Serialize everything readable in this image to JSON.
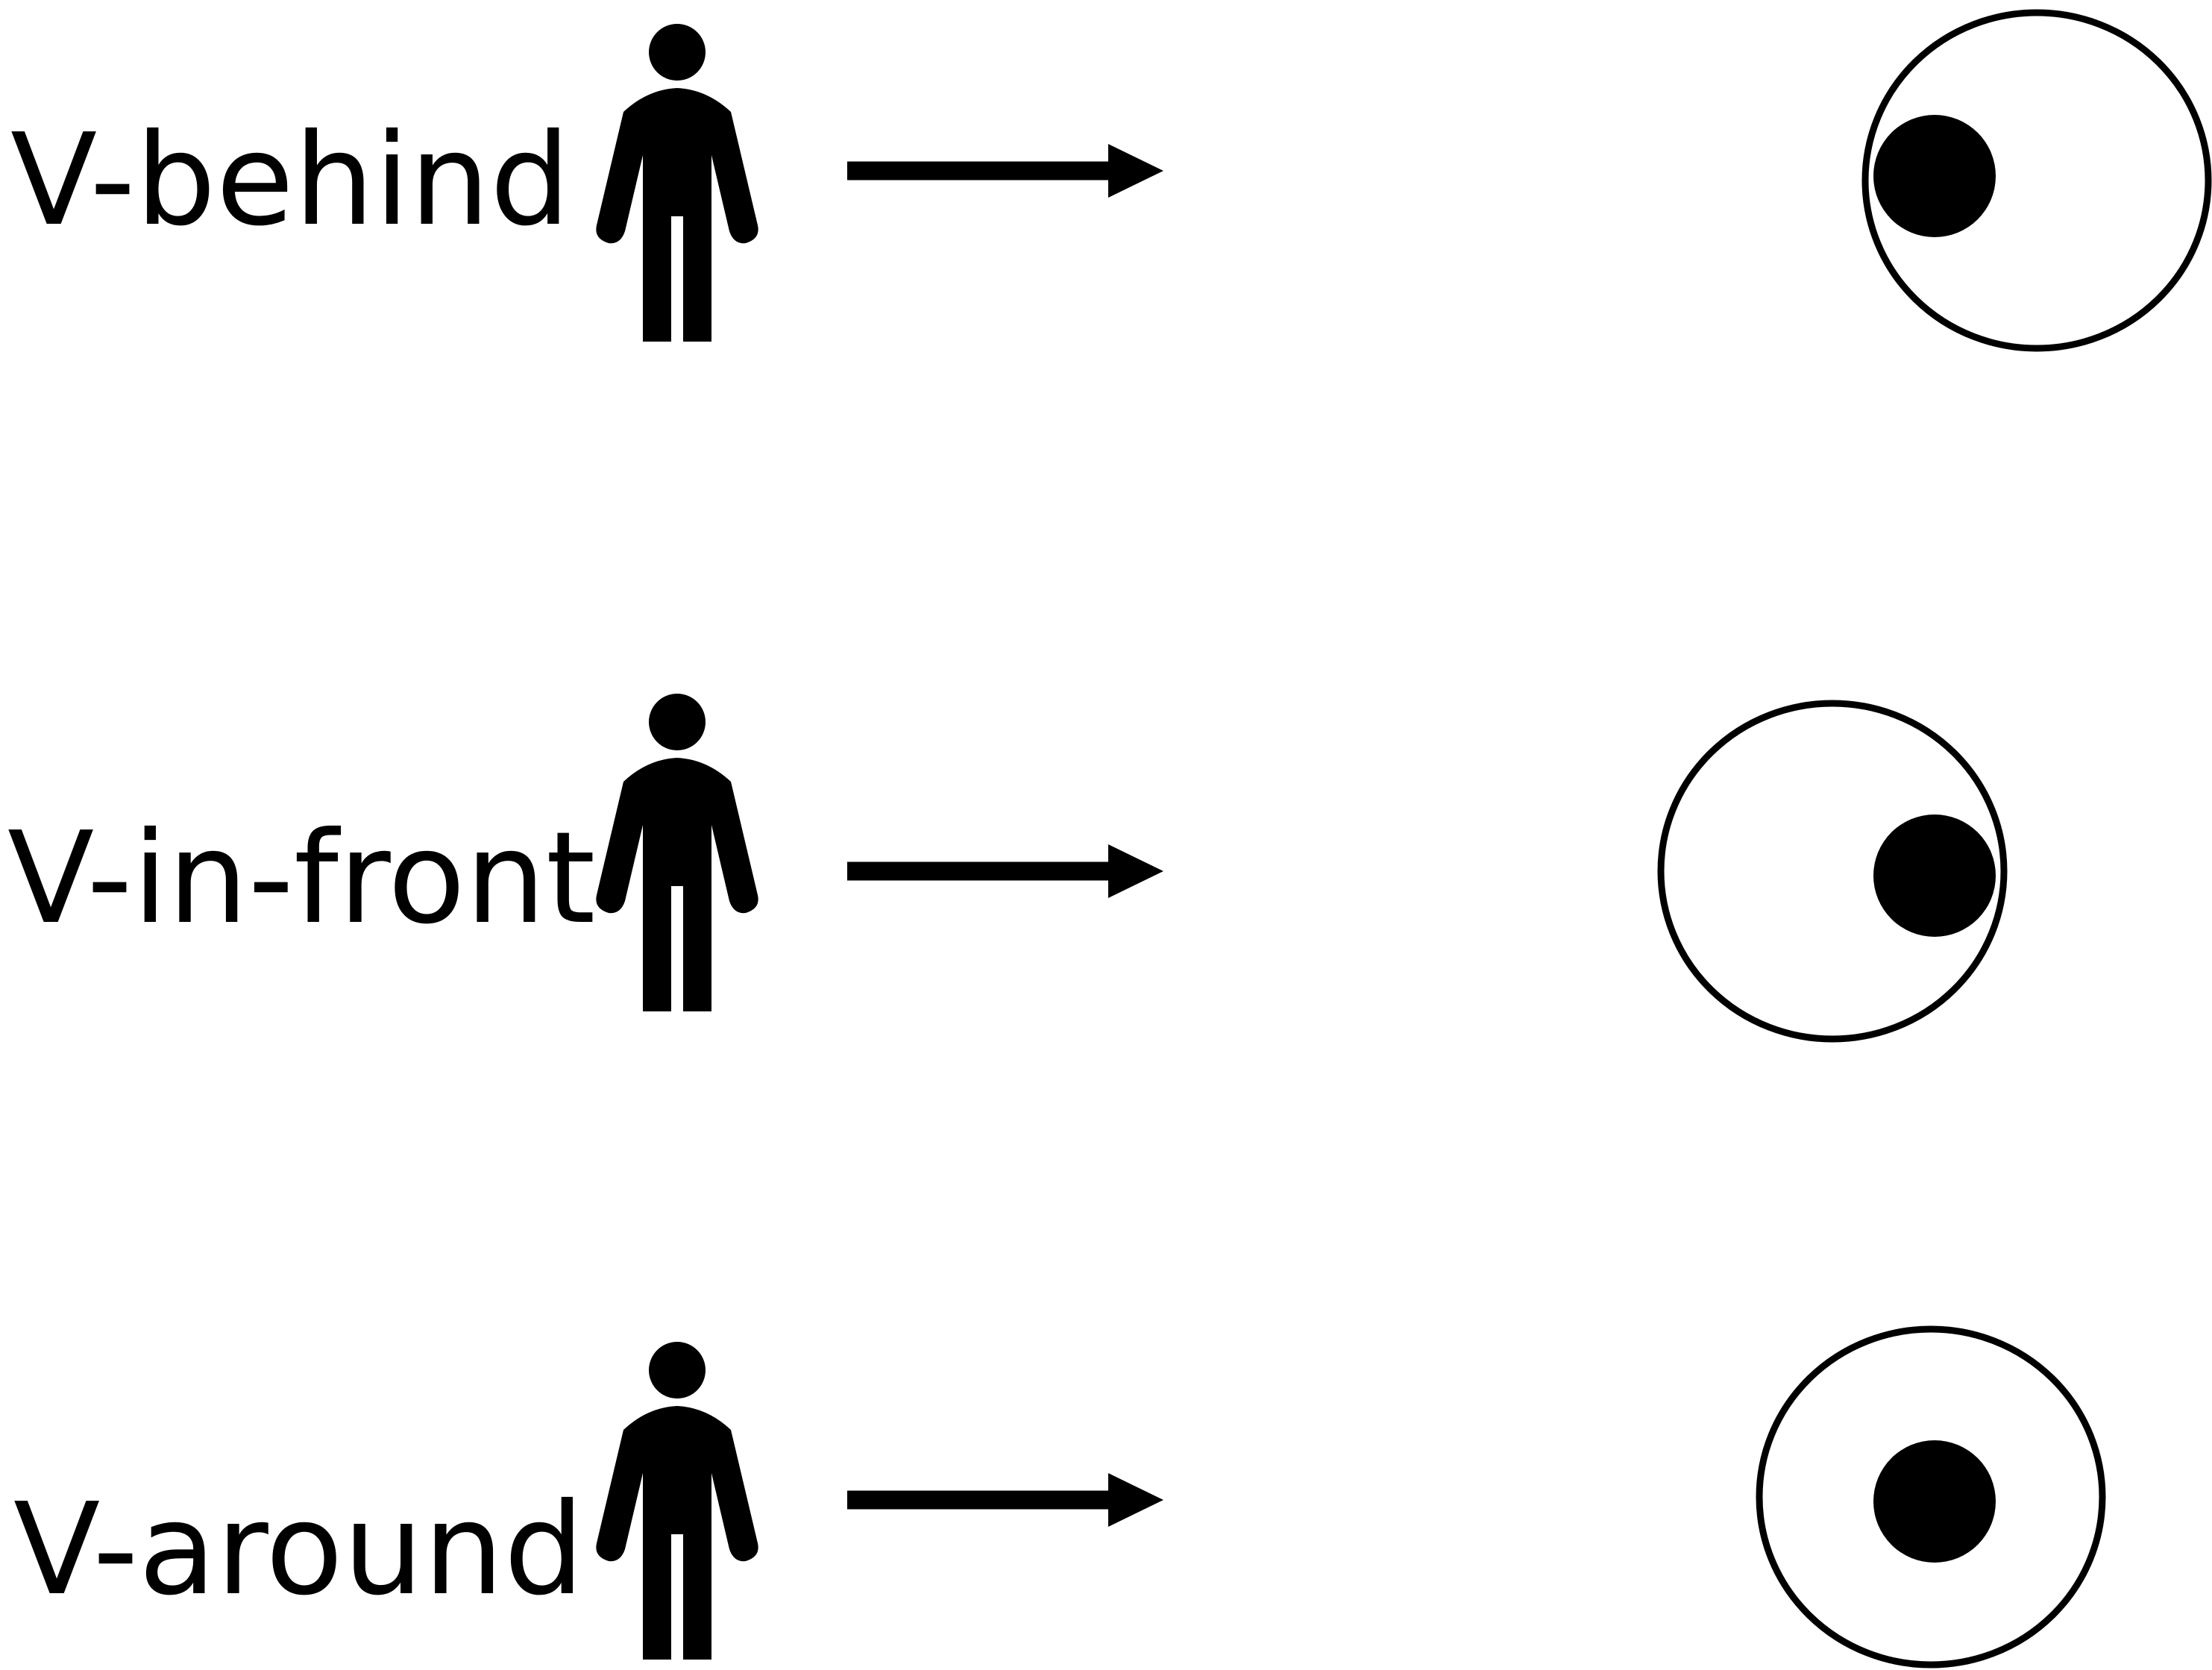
{
  "rows": [
    {
      "label": "V-behind"
    },
    {
      "label": "V-in-front"
    },
    {
      "label": "V-around"
    }
  ],
  "icons": {
    "figure": "person-icon",
    "direction": "arrow-right-icon",
    "target": "circle-with-dot-icon"
  },
  "colors": {
    "ink": "#000000",
    "background": "#ffffff"
  }
}
